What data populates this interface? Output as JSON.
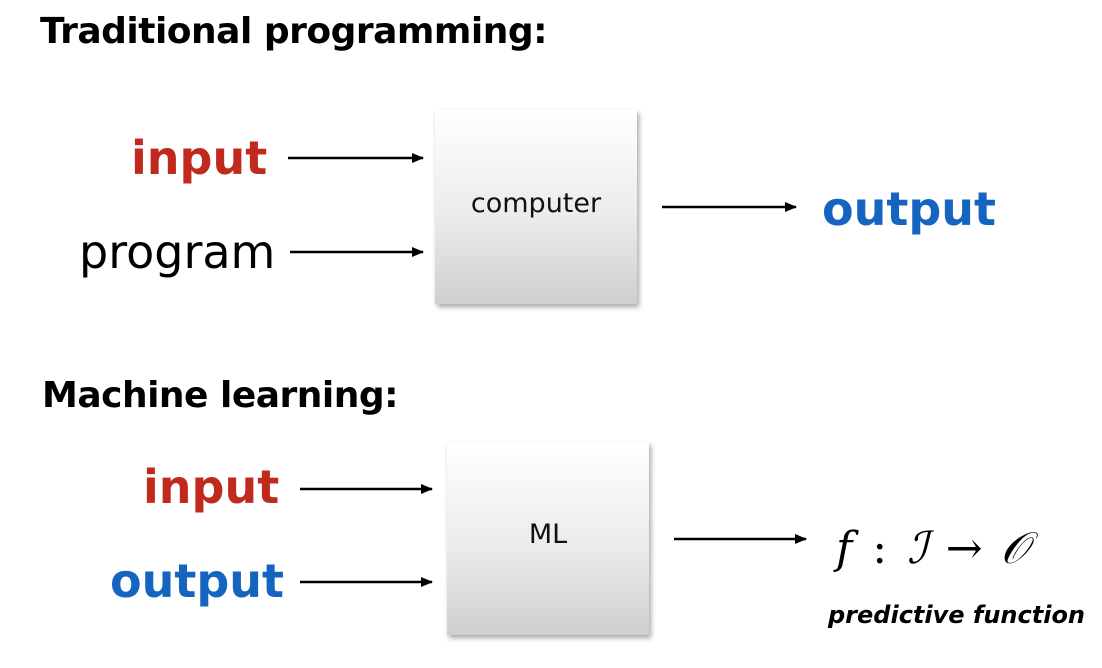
{
  "colors": {
    "input": "#c0291e",
    "output": "#1565c0",
    "text": "#000000"
  },
  "traditional": {
    "heading": "Traditional programming:",
    "input_label": "input",
    "program_label": "program",
    "box_label": "computer",
    "output_label": "output"
  },
  "ml": {
    "heading": "Machine learning:",
    "input_label": "input",
    "output_label": "output",
    "box_label": "ML",
    "formula": {
      "f": "f",
      "colon": ":",
      "domain": "ℐ",
      "arrow": "→",
      "codomain": "𝒪"
    },
    "caption": "predictive function"
  }
}
